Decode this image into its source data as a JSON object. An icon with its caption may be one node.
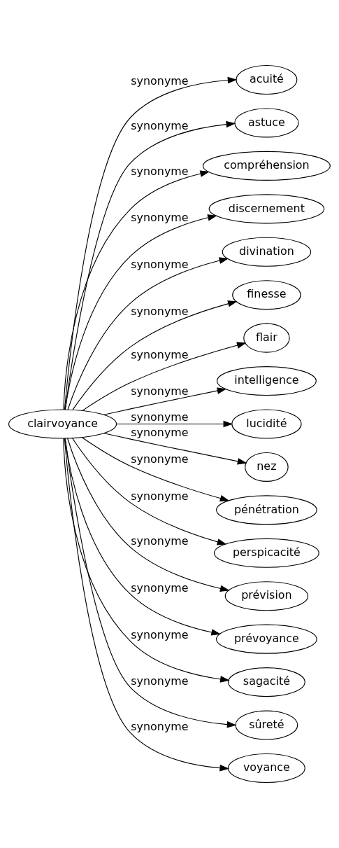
{
  "diagram": {
    "nodes": [
      {
        "text": [
          "clairvoyance"
        ]
      },
      {
        "text": [
          "acuité"
        ]
      },
      {
        "text": [
          "astuce"
        ]
      },
      {
        "text": [
          "compréhension"
        ]
      },
      {
        "text": [
          "discernement"
        ]
      },
      {
        "text": [
          "divination"
        ]
      },
      {
        "text": [
          "finesse"
        ]
      },
      {
        "text": [
          "flair"
        ]
      },
      {
        "text": [
          "intelligence"
        ]
      },
      {
        "text": [
          "lucidité"
        ]
      },
      {
        "text": [
          "nez"
        ]
      },
      {
        "text": [
          "pénétration"
        ]
      },
      {
        "text": [
          "perspicacité"
        ]
      },
      {
        "text": [
          "prévision"
        ]
      },
      {
        "text": [
          "prévoyance"
        ]
      },
      {
        "text": [
          "sagacité"
        ]
      },
      {
        "text": [
          "sûreté"
        ]
      },
      {
        "text": [
          "voyance"
        ]
      }
    ],
    "edges": [
      {
        "from": 0,
        "to": 1,
        "arrow": "to",
        "label": "synonyme"
      },
      {
        "from": 0,
        "to": 2,
        "arrow": "to",
        "label": "synonyme"
      },
      {
        "from": 0,
        "to": 3,
        "arrow": "to",
        "label": "synonyme"
      },
      {
        "from": 0,
        "to": 4,
        "arrow": "to",
        "label": "synonyme"
      },
      {
        "from": 0,
        "to": 5,
        "arrow": "to",
        "label": "synonyme"
      },
      {
        "from": 0,
        "to": 6,
        "arrow": "to",
        "label": "synonyme"
      },
      {
        "from": 0,
        "to": 7,
        "arrow": "to",
        "label": "synonyme"
      },
      {
        "from": 0,
        "to": 8,
        "arrow": "to",
        "label": "synonyme"
      },
      {
        "from": 0,
        "to": 9,
        "arrow": "to",
        "label": "synonyme"
      },
      {
        "from": 0,
        "to": 10,
        "arrow": "to",
        "label": "synonyme"
      },
      {
        "from": 0,
        "to": 11,
        "arrow": "to",
        "label": "synonyme"
      },
      {
        "from": 0,
        "to": 12,
        "arrow": "to",
        "label": "synonyme"
      },
      {
        "from": 0,
        "to": 13,
        "arrow": "to",
        "label": "synonyme"
      },
      {
        "from": 0,
        "to": 14,
        "arrow": "to",
        "label": "synonyme"
      },
      {
        "from": 0,
        "to": 15,
        "arrow": "to",
        "label": "synonyme"
      },
      {
        "from": 0,
        "to": 16,
        "arrow": "to",
        "label": "synonyme"
      },
      {
        "from": 0,
        "to": 17,
        "arrow": "to",
        "label": "synonyme"
      }
    ]
  }
}
